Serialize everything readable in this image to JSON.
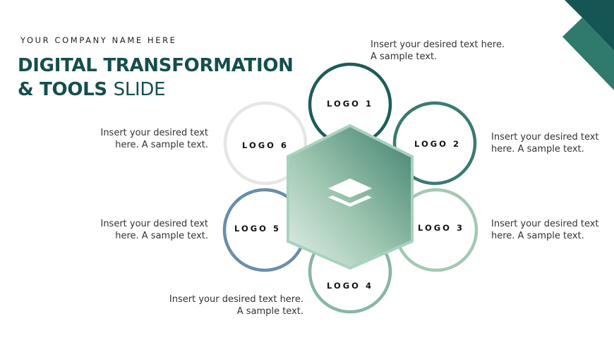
{
  "header": {
    "company": "YOUR COMPANY NAME HERE",
    "title_bold_1": "DIGITAL TRANSFORMATION",
    "title_bold_2": "& TOOLS",
    "title_light": "SLIDE"
  },
  "logos": [
    "LOGO 1",
    "LOGO 2",
    "LOGO 3",
    "LOGO 4",
    "LOGO 5",
    "LOGO 6"
  ],
  "descriptions": {
    "logo1": [
      "Insert your desired text here.",
      "A sample text."
    ],
    "logo2": [
      "Insert your desired text",
      "here. A sample text."
    ],
    "logo3": [
      "Insert your desired text",
      "here. A sample text."
    ],
    "logo4": [
      "Insert your desired text here.",
      "A sample text."
    ],
    "logo5": [
      "Insert your desired text",
      "here. A sample text."
    ],
    "logo6": [
      "Insert your desired text",
      "here. A sample text."
    ]
  },
  "colors": {
    "title": "#154e4e",
    "logo1": "#1d5c5a",
    "logo2": "#3b7a70",
    "logo3": "#a3c8b4",
    "logo4": "#8ab5a5",
    "logo5": "#6a8ea8",
    "logo6": "#e6e6e6"
  }
}
